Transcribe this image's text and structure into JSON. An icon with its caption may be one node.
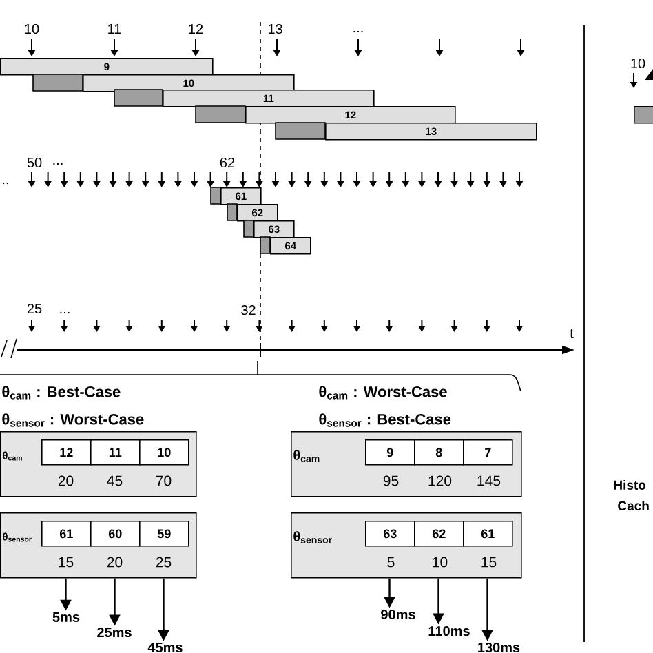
{
  "diagram": {
    "nodes": [
      {
        "text": [
          "9"
        ]
      },
      {
        "text": [
          "10"
        ]
      },
      {
        "text": [
          "11"
        ]
      },
      {
        "text": [
          "12"
        ]
      },
      {
        "text": [
          "13"
        ]
      },
      {
        "text": [
          "61"
        ]
      },
      {
        "text": [
          "62"
        ]
      },
      {
        "text": [
          "63"
        ]
      },
      {
        "text": [
          "64"
        ]
      },
      {
        "text": [
          "θ$_{cam}$"
        ]
      },
      {
        "text": [
          "12"
        ],
        "in": 9
      },
      {
        "text": [
          "11"
        ],
        "in": 9
      },
      {
        "text": [
          "10"
        ],
        "in": 9
      },
      {
        "text": [
          "θ$_{sensor}$"
        ]
      },
      {
        "text": [
          "61"
        ],
        "in": 13
      },
      {
        "text": [
          "60"
        ],
        "in": 13
      },
      {
        "text": [
          "59"
        ],
        "in": 13
      },
      {
        "text": [
          "θ$_{cam}$"
        ]
      },
      {
        "text": [
          "9"
        ],
        "in": 17
      },
      {
        "text": [
          "8"
        ],
        "in": 17
      },
      {
        "text": [
          "7"
        ],
        "in": 17
      },
      {
        "text": [
          "θ$_{sensor}$"
        ]
      },
      {
        "text": [
          "63"
        ],
        "in": 21
      },
      {
        "text": [
          "62"
        ],
        "in": 21
      },
      {
        "text": [
          "61"
        ],
        "in": 21
      },
      {
        "text": [
          "5ms"
        ]
      },
      {
        "text": [
          "25ms"
        ]
      },
      {
        "text": [
          "45ms"
        ]
      },
      {
        "text": [
          "90ms"
        ]
      },
      {
        "text": [
          "110ms"
        ]
      },
      {
        "text": [
          "130ms"
        ]
      },
      {
        "text": [],
        "shape": "bar"
      }
    ],
    "edges": [
      {
        "from": 13,
        "to": 25,
        "arrow": "to"
      },
      {
        "from": 13,
        "to": 26,
        "arrow": "to"
      },
      {
        "from": 13,
        "to": 27,
        "arrow": "to"
      },
      {
        "from": 21,
        "to": 28,
        "arrow": "to"
      },
      {
        "from": 21,
        "to": 29,
        "arrow": "to"
      },
      {
        "from": 21,
        "to": 30,
        "arrow": "to"
      }
    ],
    "labels": [
      "10",
      "11",
      "12",
      "13",
      "...",
      "10",
      "..",
      "50",
      "...",
      "62",
      "25",
      "...",
      "32",
      "t",
      "θ$_{cam}$ : Best-Case",
      "θ$_{cam}$ : Worst-Case",
      "θ$_{sensor}$ : Worst-Case",
      "θ$_{sensor}$ : Best-Case",
      "20",
      "45",
      "70",
      "95",
      "120",
      "145",
      "15",
      "20",
      "25",
      "5",
      "10",
      "15",
      "Histo",
      "Cach"
    ]
  }
}
